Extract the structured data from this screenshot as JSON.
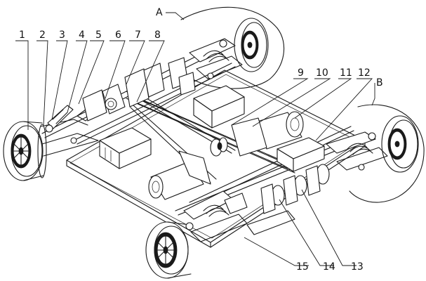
{
  "callouts": {
    "n1": "1",
    "n2": "2",
    "n3": "3",
    "n4": "4",
    "n5": "5",
    "n6": "6",
    "n7": "7",
    "n8": "8",
    "n9": "9",
    "n10": "10",
    "n11": "11",
    "n12": "12",
    "n13": "13",
    "n14": "14",
    "n15": "15",
    "detailA": "A",
    "detailB": "B"
  }
}
